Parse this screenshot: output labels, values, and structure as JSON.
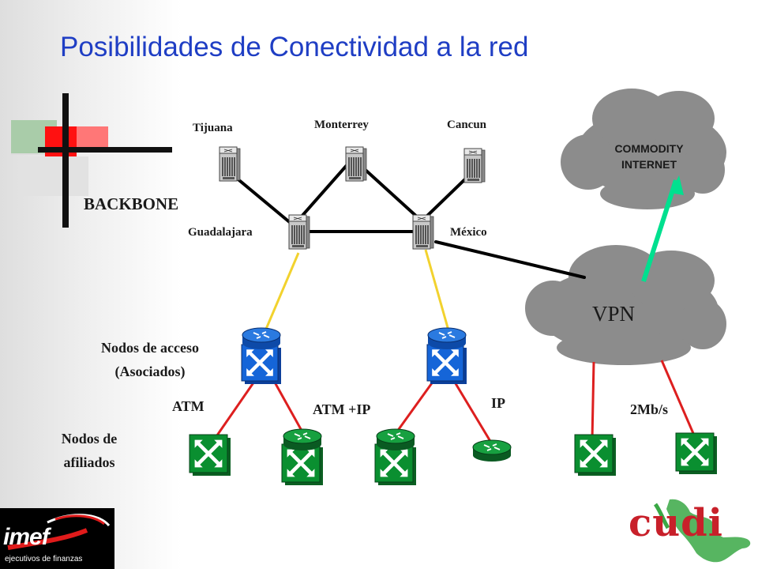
{
  "title": "Posibilidades de Conectividad a la red",
  "labels": {
    "tijuana": "Tijuana",
    "monterrey": "Monterrey",
    "cancun": "Cancun",
    "guadalajara": "Guadalajara",
    "mexico": "México",
    "backbone": "BACKBONE",
    "nodos_acceso_1": "Nodos de acceso",
    "nodos_acceso_2": "(Asociados)",
    "atm": "ATM",
    "atm_ip": "ATM +IP",
    "ip": "IP",
    "rate": "2Mb/s",
    "nodos_afiliados_1": "Nodos de",
    "nodos_afiliados_2": "afiliados",
    "vpn": "VPN",
    "commodity_1": "COMMODITY",
    "commodity_2": "INTERNET"
  },
  "logos": {
    "imef_name": "imef",
    "imef_tagline": "ejecutivos de finanzas",
    "cudi": "cudi"
  },
  "colors": {
    "title": "#1f3ec4",
    "cloud": "#8c8c8c",
    "backbone_link": "#000000",
    "access_link": "#f2d22e",
    "affiliate_link": "#dd1f1f",
    "internet_link": "#00e08f",
    "access_switch": "#1565d8",
    "affiliate_switch": "#0a8f30"
  }
}
